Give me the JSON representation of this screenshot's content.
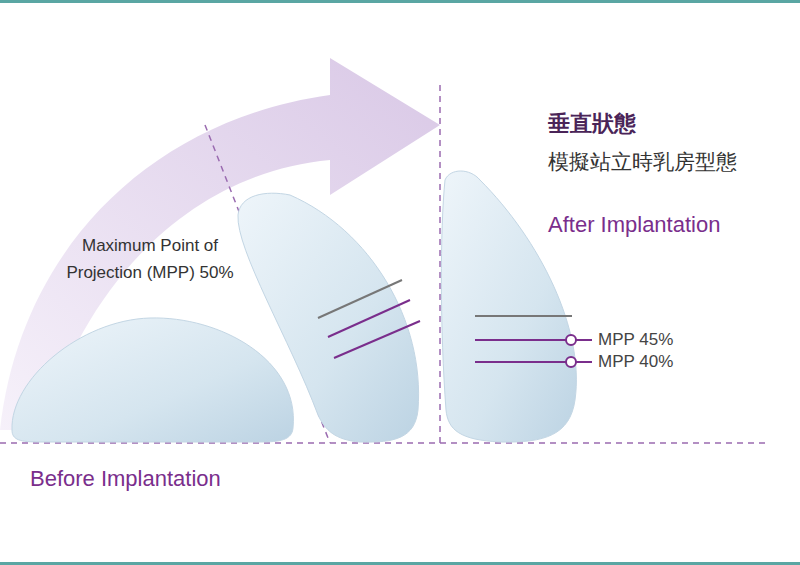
{
  "diagram": {
    "labels": [
      "Maximum Point of Projection (MPP) 50%",
      "垂直狀態",
      "模擬站立時乳房型態",
      "After Implantation",
      "MPP 45%",
      "MPP 40%",
      "Before Implantation"
    ]
  }
}
